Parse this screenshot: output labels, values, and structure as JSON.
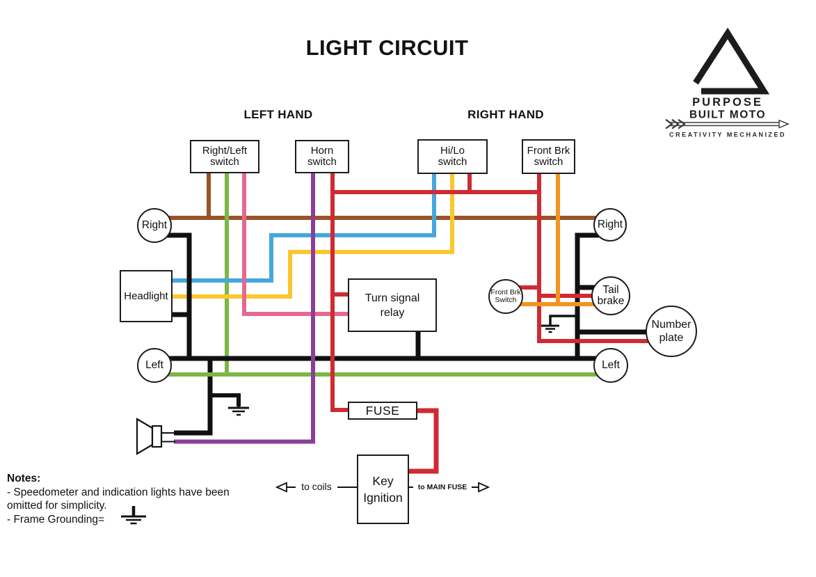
{
  "title": "LIGHT CIRCUIT",
  "sections": {
    "left_hand": "LEFT HAND",
    "right_hand": "RIGHT HAND"
  },
  "colors": {
    "brown": "#9a5228",
    "green": "#7cb643",
    "pink": "#e5688f",
    "purple": "#8a4097",
    "blue": "#45a7dd",
    "yellow": "#fcc62f",
    "red": "#d02a33",
    "orange": "#f19420",
    "black": "#101010"
  },
  "boxes": {
    "right_left_switch": {
      "line1": "Right/Left",
      "line2": "switch"
    },
    "horn_switch": {
      "line1": "Horn",
      "line2": "switch"
    },
    "hilo_switch": {
      "line1": "Hi/Lo",
      "line2": "switch"
    },
    "front_brk_switch": {
      "line1": "Front Brk",
      "line2": "switch"
    },
    "headlight": {
      "line1": "Headlight"
    },
    "turn_signal_relay": {
      "line1": "Turn signal",
      "line2": "relay"
    },
    "fuse": {
      "line1": "FUSE"
    },
    "key_ignition": {
      "line1": "Key",
      "line2": "Ignition"
    }
  },
  "circles": {
    "left_right_indicator": {
      "line1": "Right"
    },
    "left_left_indicator": {
      "line1": "Left"
    },
    "right_right_indicator": {
      "line1": "Right"
    },
    "tail_brake": {
      "line1": "Tail",
      "line2": "brake"
    },
    "front_brk_switch": {
      "line1": "Front Brk",
      "line2": "Switch"
    },
    "number_plate": {
      "line1": "Number",
      "line2": "plate"
    },
    "right_left_indicator": {
      "line1": "Left"
    }
  },
  "arrows": {
    "to_coils": "to coils",
    "to_main_fuse": "to MAIN FUSE"
  },
  "notes": {
    "heading": "Notes:",
    "line1": "- Speedometer and indication lights have been",
    "line2": "omitted for simplicity.",
    "line3": "- Frame Grounding="
  },
  "logo": {
    "line1": "PURPOSE",
    "line2": "BUILT MOTO",
    "tagline": "CREATIVITY MECHANIZED"
  }
}
